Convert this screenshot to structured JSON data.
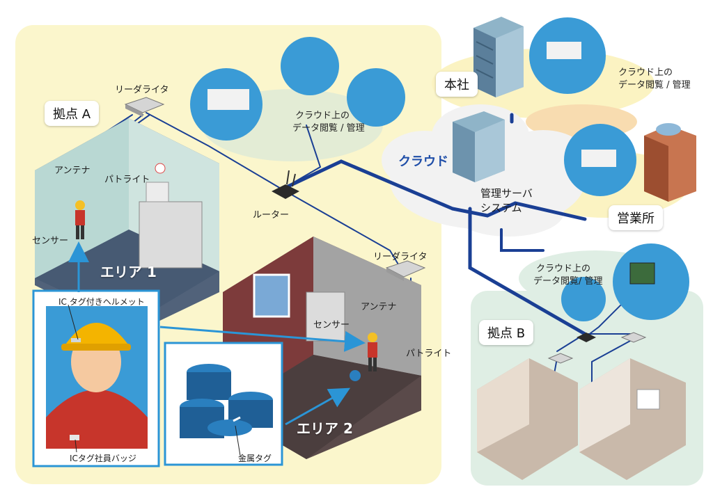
{
  "sites": {
    "a": "拠点 A",
    "b": "拠点 B",
    "hq": "本社",
    "sales": "営業所"
  },
  "cloud": {
    "label": "クラウド",
    "server_line1": "管理サーバ",
    "server_line2": "システム"
  },
  "areas": {
    "area1": "エリア 1",
    "area2": "エリア 2"
  },
  "devices": {
    "reader_writer_1": "リーダライタ",
    "reader_writer_2": "リーダライタ",
    "antenna_1": "アンテナ",
    "antenna_2": "アンテナ",
    "patlight_1": "パトライト",
    "patlight_2": "パトライト",
    "sensor_1": "センサー",
    "sensor_2": "センサー",
    "router": "ルーター"
  },
  "captions": {
    "a_line1": "クラウド上の",
    "a_line2": "データ閲覧 / 管理",
    "hq_line1": "クラウド上の",
    "hq_line2": "データ閲覧 / 管理",
    "b_line1": "クラウド上の",
    "b_line2": "データ閲覧/ 管理"
  },
  "insets": {
    "helmet": "IC タグ付きヘルメット",
    "badge": "ICタグ社員バッジ",
    "metal_tag": "金属タグ"
  },
  "colors": {
    "site_a_bg": "#fbf6cc",
    "site_b_bg": "#dfeee4",
    "network_line": "#1a3f94",
    "link_arrow": "#2b95d6",
    "cloud": "#f2f2f2",
    "area1_wall": "#b9d8d3",
    "area2_wall": "#7d3b3b"
  }
}
